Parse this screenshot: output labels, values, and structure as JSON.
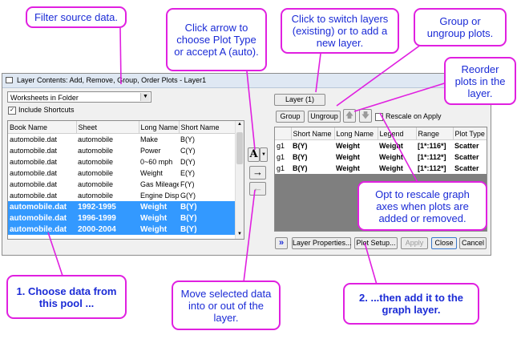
{
  "dialog": {
    "title": "Layer Contents: Add, Remove, Group, Order Plots - Layer1",
    "close_glyph": "✕",
    "source_filter": "Worksheets in Folder",
    "include_shortcuts": "Include Shortcuts",
    "source_columns": [
      "Book Name",
      "Sheet",
      "Long Name",
      "Short Name"
    ],
    "source_rows": [
      [
        "automobile.dat",
        "automobile",
        "Make",
        "B(Y)"
      ],
      [
        "automobile.dat",
        "automobile",
        "Power",
        "C(Y)"
      ],
      [
        "automobile.dat",
        "automobile",
        "0~60 mph",
        "D(Y)"
      ],
      [
        "automobile.dat",
        "automobile",
        "Weight",
        "E(Y)"
      ],
      [
        "automobile.dat",
        "automobile",
        "Gas Mileage",
        "F(Y)"
      ],
      [
        "automobile.dat",
        "automobile",
        "Engine Disp",
        "G(Y)"
      ],
      [
        "automobile.dat",
        "1992-1995",
        "Weight",
        "B(Y)"
      ],
      [
        "automobile.dat",
        "1996-1999",
        "Weight",
        "B(Y)"
      ],
      [
        "automobile.dat",
        "2000-2004",
        "Weight",
        "B(Y)"
      ]
    ],
    "selected_rows": [
      6,
      7,
      8
    ],
    "plot_type_btn": "A",
    "add_glyph": "→",
    "remove_glyph": "←",
    "layer_button": "Layer (1)",
    "group_button": "Group",
    "ungroup_button": "Ungroup",
    "up_glyph": "🡅",
    "down_glyph": "🡇",
    "rescale_label": "Rescale on Apply",
    "layer_columns": [
      "",
      "Short Name",
      "Long Name",
      "Legend",
      "Range",
      "Plot Type"
    ],
    "layer_rows": [
      [
        "g1",
        "B(Y)",
        "Weight",
        "Weight",
        "[1*:116*]",
        "Scatter"
      ],
      [
        "g1",
        "B(Y)",
        "Weight",
        "Weight",
        "[1*:112*]",
        "Scatter"
      ],
      [
        "g1",
        "B(Y)",
        "Weight",
        "Weight",
        "[1*:112*]",
        "Scatter"
      ]
    ],
    "expand_btn": "»",
    "layer_properties": "Layer Properties...",
    "plot_setup": "Plot Setup...",
    "apply": "Apply",
    "close": "Close",
    "cancel": "Cancel"
  },
  "callouts": {
    "filter": "Filter source data.",
    "plot_type": "Click arrow to choose Plot Type or accept A (auto).",
    "switch_layers": "Click to switch layers (existing) or to add a new layer.",
    "group": "Group or ungroup plots.",
    "reorder": "Reorder plots in the layer.",
    "rescale": "Opt to rescale graph axes when plots are added or removed.",
    "choose_data": "1. Choose data from this pool ...",
    "move": "Move selected data into or out of the layer.",
    "add_it": "2. ...then add it to the graph layer."
  },
  "colors": {
    "callout_border": "#e020e0",
    "callout_text": "#1b2bd6",
    "selection": "#3399ff"
  }
}
